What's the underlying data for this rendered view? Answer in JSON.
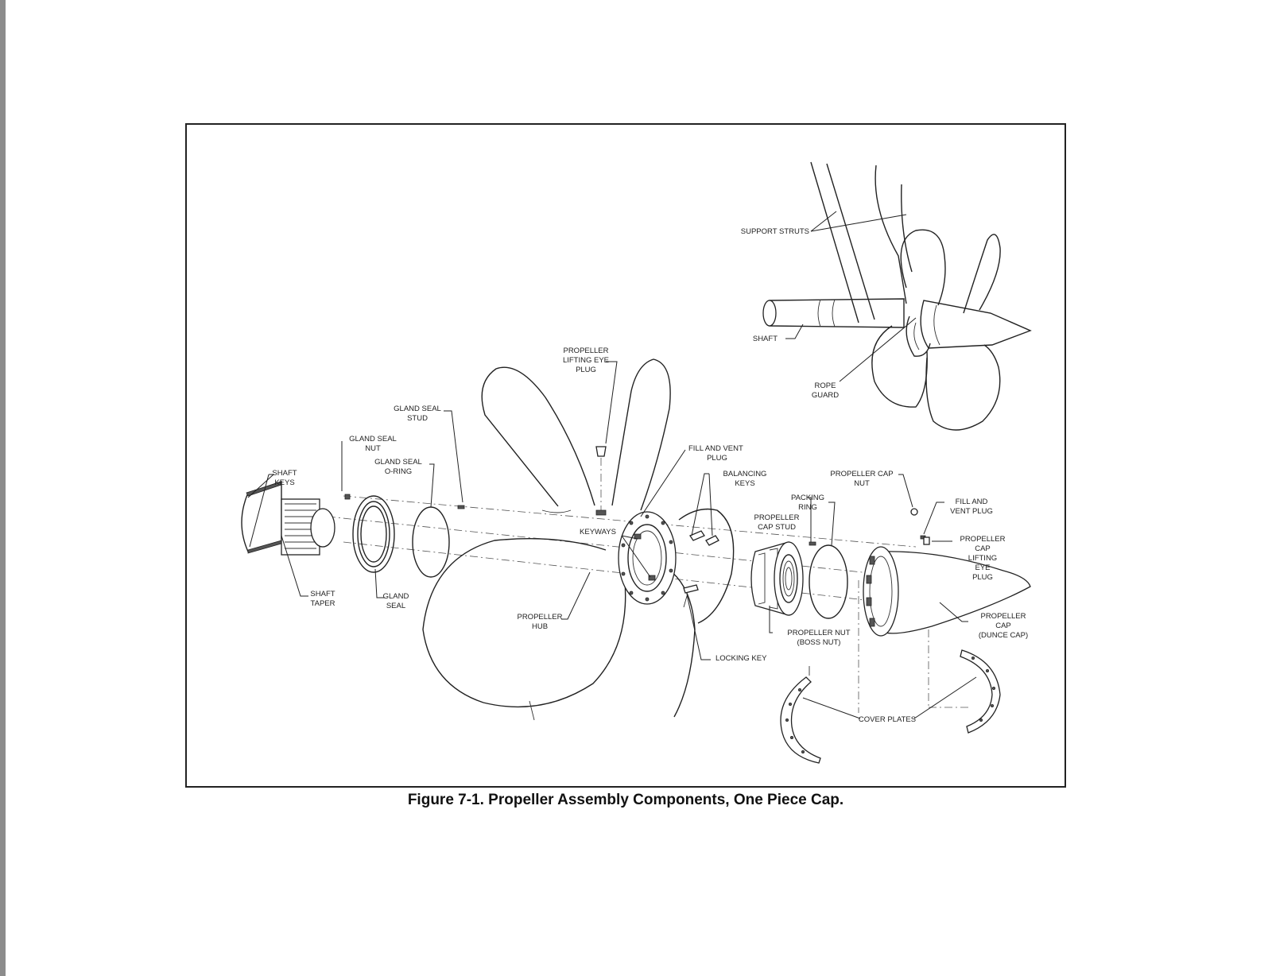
{
  "figure": {
    "caption": "Figure 7-1. Propeller Assembly Components, One Piece Cap.",
    "labels": {
      "support_struts": "SUPPORT STRUTS",
      "shaft": "SHAFT",
      "rope_guard_1": "ROPE",
      "rope_guard_2": "GUARD",
      "lifting_eye_plug_1": "PROPELLER",
      "lifting_eye_plug_2": "LIFTING EYE",
      "lifting_eye_plug_3": "PLUG",
      "gland_seal_stud_1": "GLAND SEAL",
      "gland_seal_stud_2": "STUD",
      "gland_seal_nut_1": "GLAND SEAL",
      "gland_seal_nut_2": "NUT",
      "gland_seal_oring_1": "GLAND SEAL",
      "gland_seal_oring_2": "O-RING",
      "shaft_keys_1": "SHAFT",
      "shaft_keys_2": "KEYS",
      "shaft_taper_1": "SHAFT",
      "shaft_taper_2": "TAPER",
      "gland_seal_1": "GLAND",
      "gland_seal_2": "SEAL",
      "fill_vent_plug_1": "FILL AND VENT",
      "fill_vent_plug_2": "PLUG",
      "balancing_keys_1": "BALANCING",
      "balancing_keys_2": "KEYS",
      "keyways": "KEYWAYS",
      "propeller_hub_1": "PROPELLER",
      "propeller_hub_2": "HUB",
      "locking_key": "LOCKING KEY",
      "packing_ring_1": "PACKING",
      "packing_ring_2": "RING",
      "cap_stud_1": "PROPELLER",
      "cap_stud_2": "CAP STUD",
      "cap_nut_1": "PROPELLER CAP",
      "cap_nut_2": "NUT",
      "fill_vent_plug_b_1": "FILL AND",
      "fill_vent_plug_b_2": "VENT PLUG",
      "cap_lifting_eye_1": "PROPELLER",
      "cap_lifting_eye_2": "CAP",
      "cap_lifting_eye_3": "LIFTING",
      "cap_lifting_eye_4": "EYE",
      "cap_lifting_eye_5": "PLUG",
      "propeller_nut_1": "PROPELLER NUT",
      "propeller_nut_2": "(BOSS NUT)",
      "dunce_cap_1": "PROPELLER",
      "dunce_cap_2": "CAP",
      "dunce_cap_3": "(DUNCE CAP)",
      "cover_plates": "COVER PLATES"
    }
  }
}
